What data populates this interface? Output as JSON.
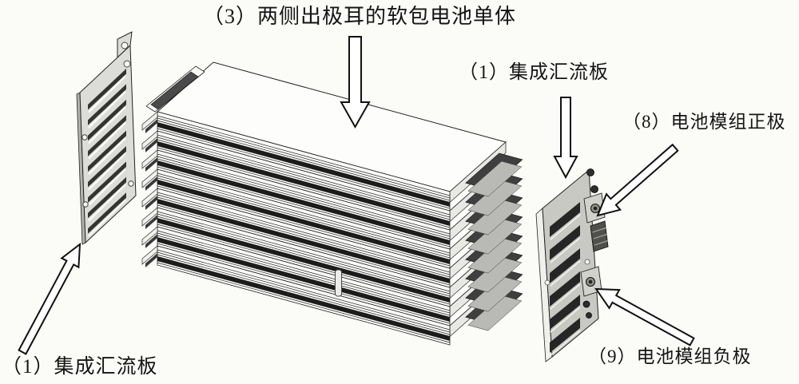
{
  "title": "（3）两侧出极耳的软包电池单体",
  "labels": {
    "busbar_right": "（1）集成汇流板",
    "module_positive": "（8）电池模组正极",
    "module_negative": "（9）电池模组负极",
    "busbar_left": "（1）集成汇流板"
  },
  "diagram": {
    "cell_count": 8,
    "left_plate_slots": 9,
    "right_plate_slots": 6,
    "colors": {
      "paper": "#fbfbf8",
      "ink": "#222222",
      "plate": "#dcdcd8",
      "plate_right": "#c9c9c4",
      "slot": "#333330",
      "tab": "#3f3f3f",
      "cell_face": "#fcfcfa",
      "dark_band": "#1c1c1c",
      "arrow_fill": "#ffffff",
      "arrow_stroke": "#111111"
    }
  }
}
